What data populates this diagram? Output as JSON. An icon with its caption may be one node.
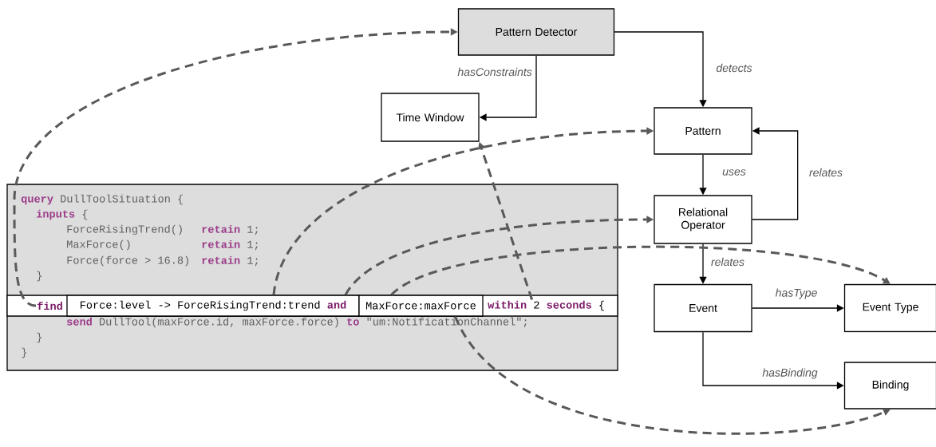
{
  "diagram": {
    "nodes": [
      {
        "text": [
          "Pattern Detector"
        ]
      },
      {
        "text": [
          "Time Window"
        ]
      },
      {
        "text": [
          "Pattern"
        ]
      },
      {
        "text": [
          "Relational Operator"
        ]
      },
      {
        "text": [
          "**query** DullToolSituation {",
          "**inputs** {",
          "ForceRisingTrend()",
          "**retain** 1;",
          "MaxForce()",
          "**retain** 1;",
          "Force(force > 16.8)",
          "**retain** 1;",
          "}",
          "**send** DullTool(maxForce.id, maxForce.force) **to** \"um:NotificationChannel\";",
          "}",
          "}"
        ]
      },
      {
        "text": [],
        "shape": "box",
        "in": 4
      },
      {
        "text": [
          "find"
        ],
        "in": 5
      },
      {
        "text": [
          "Force:level -> ForceRisingTrend:trend **and**"
        ],
        "in": 5
      },
      {
        "text": [
          "MaxForce:maxForce"
        ],
        "in": 5
      },
      {
        "text": [
          "**within** 2 **seconds** {"
        ],
        "in": 5
      },
      {
        "text": [
          "Event"
        ]
      },
      {
        "text": [
          "Event Type"
        ]
      },
      {
        "text": [
          "Binding"
        ]
      }
    ],
    "edges": [
      {
        "from": 0,
        "to": 1,
        "arrow": "to",
        "label": "hasConstraints"
      },
      {
        "from": 0,
        "to": 2,
        "arrow": "to",
        "label": "detects"
      },
      {
        "from": 2,
        "to": 3,
        "arrow": "to",
        "label": "uses"
      },
      {
        "from": 3,
        "to": 2,
        "arrow": "to",
        "label": "relates"
      },
      {
        "from": 3,
        "to": 10,
        "arrow": "to",
        "label": "relates"
      },
      {
        "from": 10,
        "to": 11,
        "arrow": "to",
        "label": "hasType"
      },
      {
        "from": 10,
        "to": 12,
        "arrow": "to",
        "label": "hasBinding"
      },
      {
        "from": 6,
        "to": 0,
        "arrow": "to",
        "style": "dashed",
        "color": "#595959"
      },
      {
        "from": 7,
        "to": 2,
        "arrow": "to",
        "style": "dashed",
        "color": "#595959"
      },
      {
        "from": 7,
        "to": 3,
        "arrow": "to",
        "style": "dashed",
        "color": "#595959"
      },
      {
        "from": 8,
        "to": 11,
        "arrow": "to",
        "style": "dashed",
        "color": "#595959"
      },
      {
        "from": 9,
        "to": 1,
        "arrow": "to",
        "style": "dashed",
        "color": "#595959"
      },
      {
        "from": 8,
        "to": 12,
        "arrow": "to",
        "style": "dashed",
        "color": "#595959"
      }
    ]
  }
}
